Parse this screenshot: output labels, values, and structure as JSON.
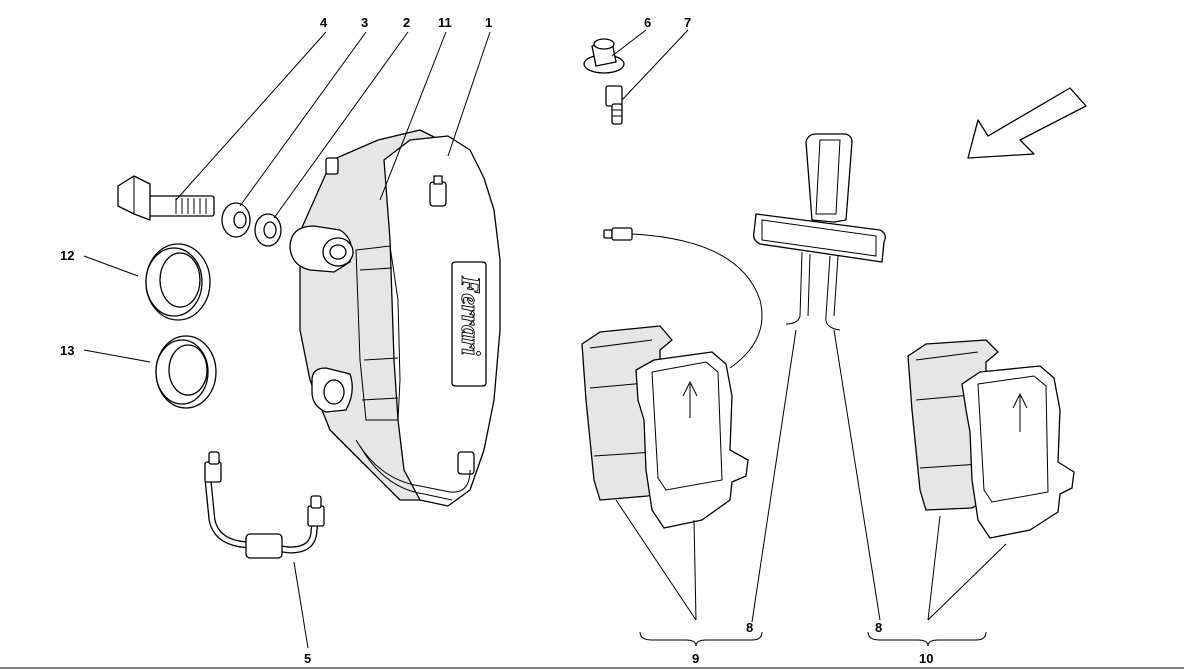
{
  "callouts": {
    "c1": "1",
    "c2": "2",
    "c3": "3",
    "c4": "4",
    "c5": "5",
    "c6": "6",
    "c7": "7",
    "c8a": "8",
    "c8b": "8",
    "c9": "9",
    "c10": "10",
    "c11": "11",
    "c12": "12",
    "c13": "13"
  },
  "caliper": {
    "brand_text": "Ferrari"
  },
  "icons": {
    "direction": "arrow-down-left-icon",
    "pad_arrow": "arrow-up-icon"
  }
}
